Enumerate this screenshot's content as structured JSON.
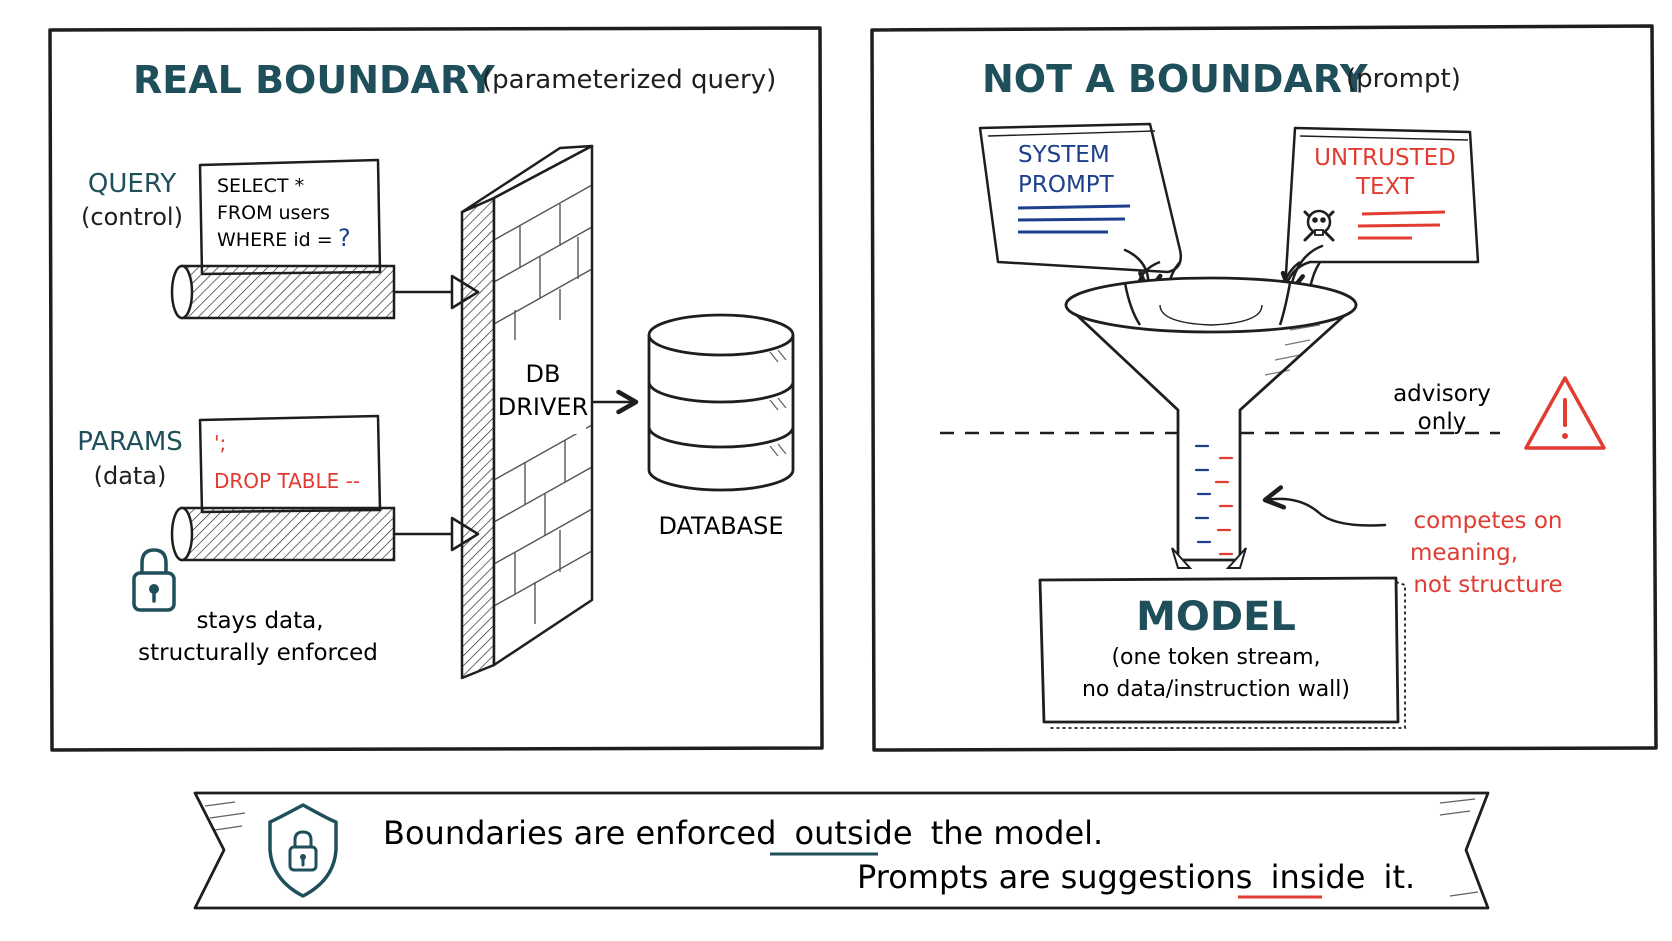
{
  "colors": {
    "teal": "#1f4f5a",
    "red": "#e03c31",
    "blue": "#1d3f8c",
    "ink": "#1e1e1e"
  },
  "left_panel": {
    "title": "REAL BOUNDARY",
    "subtitle": "(parameterized query)",
    "query_label": "QUERY",
    "query_sublabel": "(control)",
    "query_lines": [
      "SELECT *",
      "FROM users",
      "WHERE id ="
    ],
    "query_placeholder": "?",
    "params_label": "PARAMS",
    "params_sublabel": "(data)",
    "params_lines": [
      "';",
      "DROP TABLE --"
    ],
    "driver_lines": [
      "DB",
      "DRIVER"
    ],
    "database_label": "DATABASE",
    "lock_caption_lines": [
      "stays data,",
      "structurally enforced"
    ],
    "icons": [
      "lock-icon",
      "database-icon",
      "brick-wall-icon"
    ]
  },
  "right_panel": {
    "title": "NOT A BOUNDARY",
    "subtitle": "(prompt)",
    "system_prompt_lines": [
      "SYSTEM",
      "PROMPT"
    ],
    "untrusted_text_lines": [
      "UNTRUSTED",
      "TEXT"
    ],
    "advisory_lines": [
      "advisory",
      "only"
    ],
    "competes_lines": [
      "competes on",
      "meaning,",
      "not structure"
    ],
    "model_title": "MODEL",
    "model_lines": [
      "(one token stream,",
      "no data/instruction wall)"
    ],
    "icons": [
      "skull-crossbones-icon",
      "warning-triangle-icon",
      "funnel-icon"
    ]
  },
  "banner": {
    "line1_prefix": "Boundaries are enforced",
    "line1_highlight": "outside",
    "line1_suffix": "the model.",
    "line2_prefix": "Prompts are suggestions",
    "line2_highlight": "inside",
    "line2_suffix": "it.",
    "icon": "shield-lock-icon"
  }
}
